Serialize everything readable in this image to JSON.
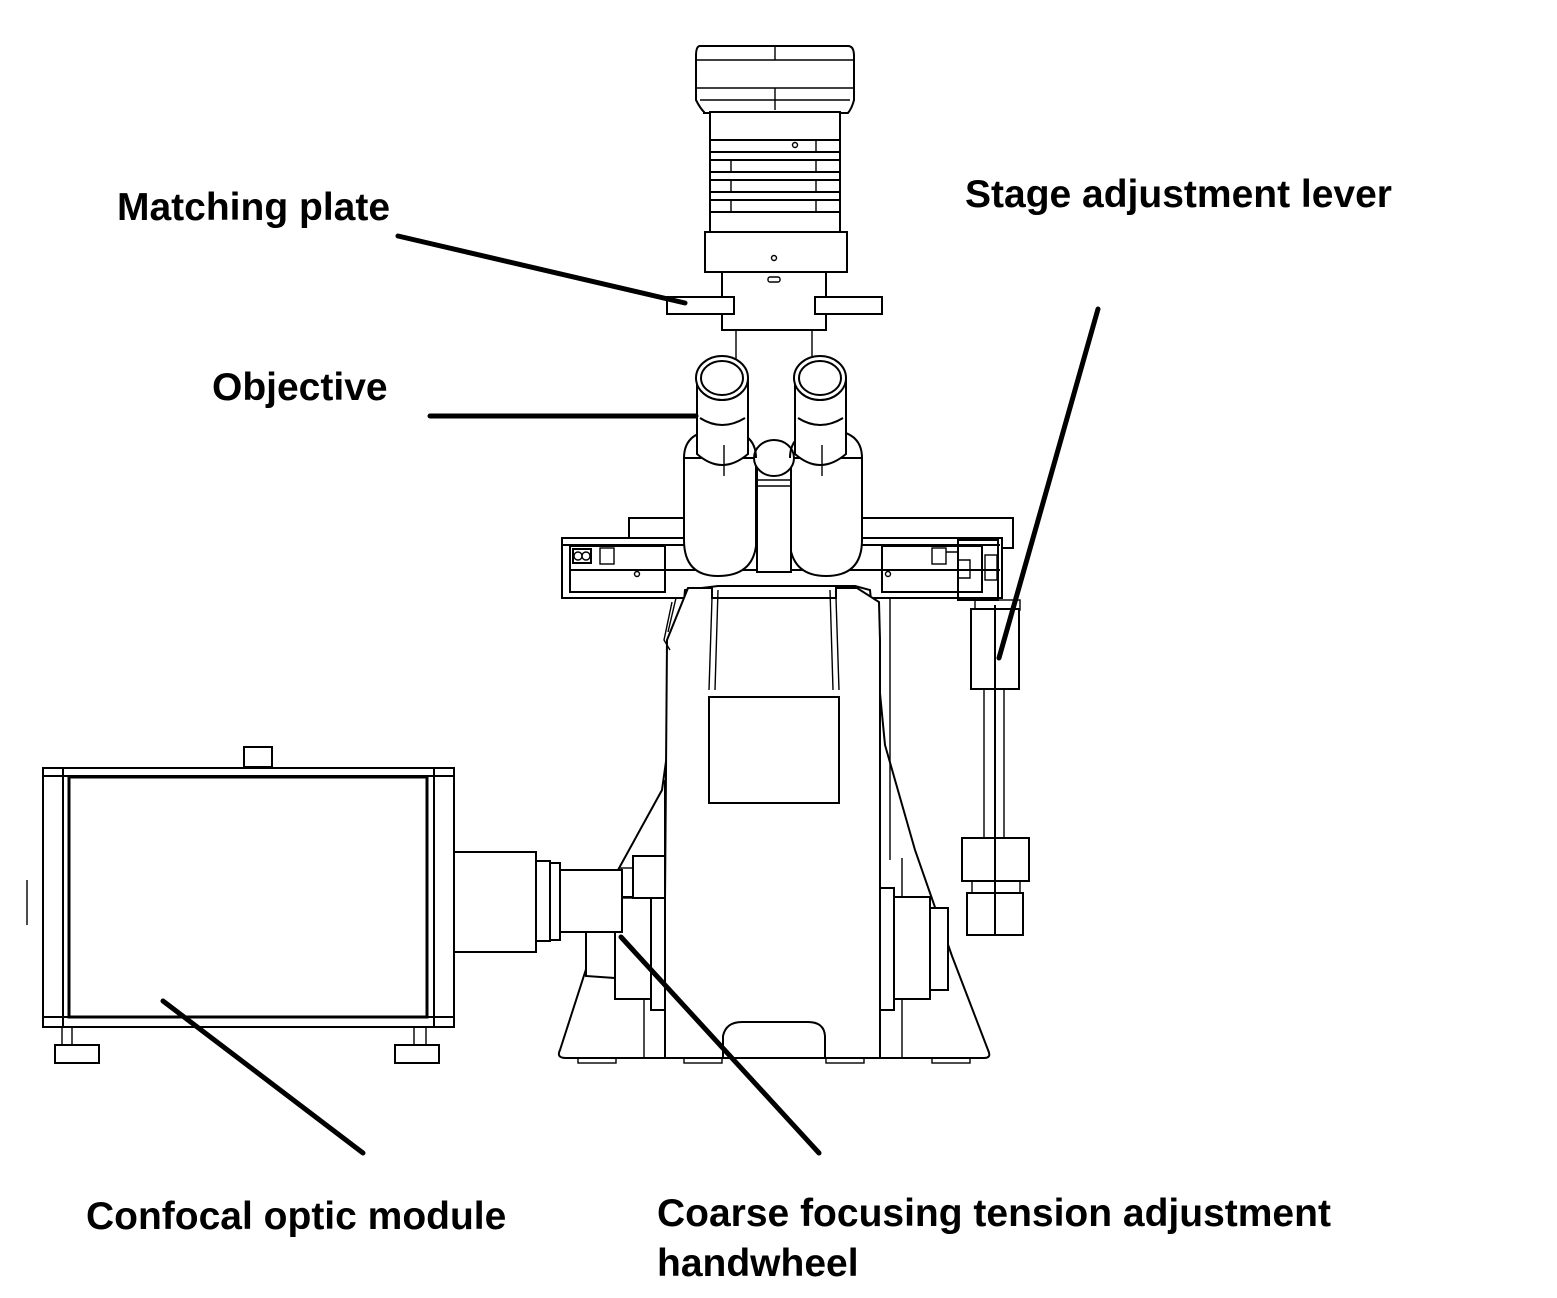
{
  "diagram": {
    "subject": "inverted microscope with confocal optic module",
    "colors": {
      "line": "#000000",
      "background": "#ffffff",
      "text": "#000000"
    },
    "labels": [
      {
        "id": "matching-plate",
        "text": "Matching plate"
      },
      {
        "id": "objective",
        "text": "Objective"
      },
      {
        "id": "stage-adjustment-lever",
        "text": "Stage adjustment lever"
      },
      {
        "id": "confocal-optic-module",
        "text": "Confocal optic module"
      },
      {
        "id": "coarse-focusing-handwheel",
        "text": "Coarse focusing tension adjustment",
        "text_line2": "handwheel"
      }
    ]
  }
}
